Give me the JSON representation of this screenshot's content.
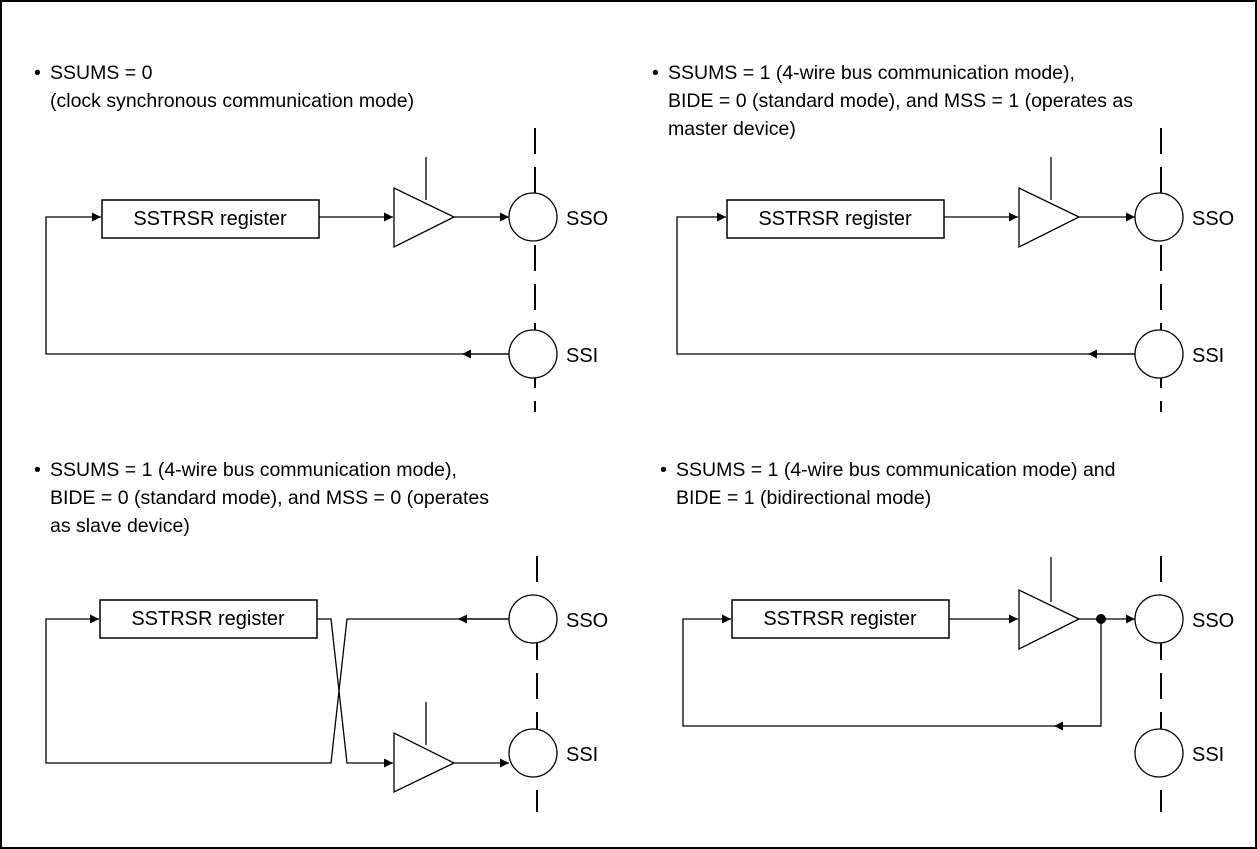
{
  "bullet": "•",
  "register_label": "SSTRSR register",
  "pins": {
    "sso": "SSO",
    "ssi": "SSI"
  },
  "panels": [
    {
      "id": "clock-sync",
      "caption": [
        "SSUMS = 0",
        "(clock synchronous communication mode)"
      ]
    },
    {
      "id": "four-wire-master",
      "caption": [
        "SSUMS = 1 (4-wire bus communication mode),",
        "BIDE = 0 (standard mode), and MSS = 1 (operates as",
        "master device)"
      ]
    },
    {
      "id": "four-wire-slave",
      "caption": [
        "SSUMS = 1 (4-wire bus communication mode),",
        "BIDE = 0 (standard mode), and MSS = 0 (operates",
        "as slave device)"
      ]
    },
    {
      "id": "bidirectional",
      "caption": [
        "SSUMS = 1 (4-wire bus communication mode) and",
        "BIDE = 1 (bidirectional mode)"
      ]
    }
  ]
}
